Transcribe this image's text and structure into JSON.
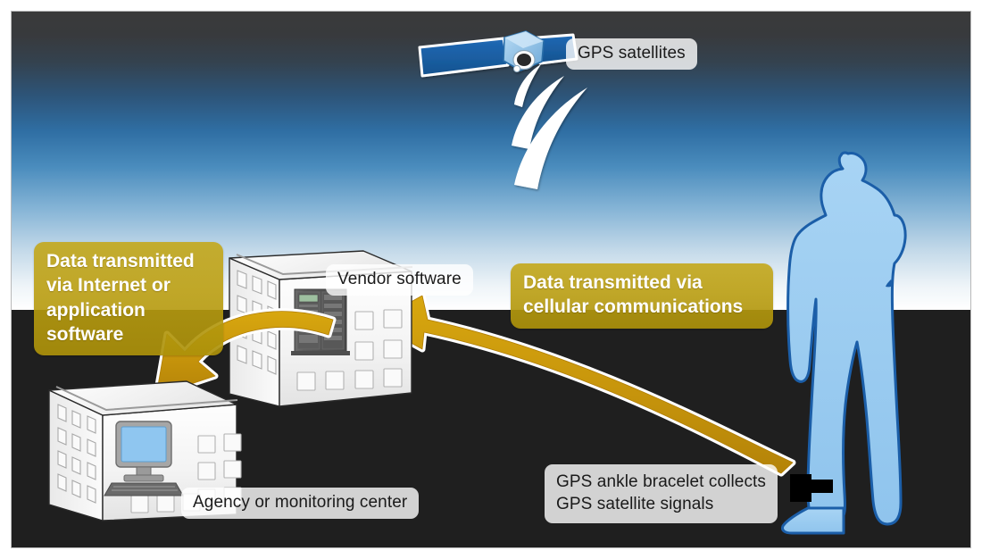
{
  "diagram": {
    "title": "GPS offender monitoring data flow",
    "background": {
      "sky_top_color": "#3a3a3a",
      "sky_mid_color": "#2f6ea3",
      "horizon_color": "#ffffff",
      "ground_top_color": "#2e7463",
      "ground_bottom_color": "#d6e8dc"
    },
    "labels": {
      "gps_satellites": "GPS satellites",
      "vendor_software": "Vendor software",
      "agency_center": "Agency or monitoring center",
      "ankle_bracelet": "GPS ankle bracelet collects\nGPS satellite signals"
    },
    "callouts": {
      "internet": "Data transmitted\nvia Internet or\napplication\nsoftware",
      "cellular": "Data transmitted via\ncellular communications",
      "color": "#baa011",
      "text_color": "#ffffff"
    },
    "nodes": [
      {
        "id": "satellite",
        "name": "GPS satellite",
        "panel_color": "#1b5fa8",
        "body_color": "#7fb6e0"
      },
      {
        "id": "signal-waves",
        "name": "GPS signal waves",
        "count": 3,
        "color": "#ffffff"
      },
      {
        "id": "vendor-building",
        "name": "Vendor data center building",
        "color": "#f2f2f2",
        "contains": "server-rack"
      },
      {
        "id": "agency-building",
        "name": "Agency or monitoring center building",
        "color": "#f2f2f2",
        "contains": "desktop-computer"
      },
      {
        "id": "person",
        "name": "Monitored person wearing ankle bracelet",
        "fill_color": "#9dcdf0",
        "outline_color": "#1b5ea8"
      },
      {
        "id": "ankle-bracelet",
        "name": "GPS ankle bracelet",
        "color": "#000000"
      }
    ],
    "arrows": [
      {
        "id": "cellular-arrow",
        "name": "Cellular data arrow",
        "from": "person ankle bracelet",
        "to": "vendor software building",
        "color": "#c8960c"
      },
      {
        "id": "internet-arrow",
        "name": "Internet / application software arrow",
        "from": "vendor software building",
        "to": "agency or monitoring center",
        "color": "#c8960c"
      }
    ]
  }
}
